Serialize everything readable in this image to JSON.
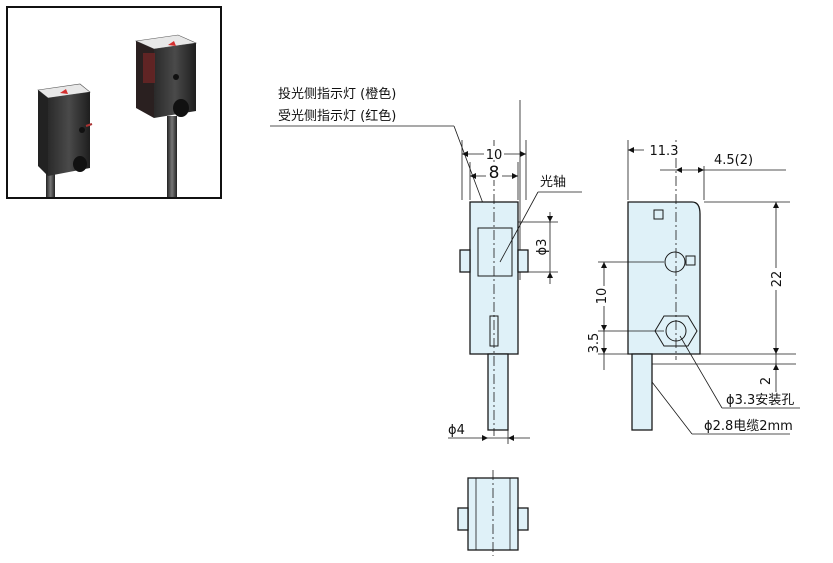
{
  "labels": {
    "emitter_indicator": "投光侧指示灯 (橙色)",
    "receiver_indicator": "受光侧指示灯 (红色)",
    "optical_axis": "光轴",
    "mounting_hole": "ϕ3.3安装孔",
    "cable": "ϕ2.8电缆2mm"
  },
  "dimensions": {
    "width_outer": "10",
    "width_inner": "8",
    "lens_dia": "ϕ3",
    "cable_dia": "ϕ4",
    "depth": "11.3",
    "offset": "4.5(2)",
    "height": "22",
    "hole_pitch": "10",
    "hole_offset": "3.5",
    "bottom_gap": "2"
  },
  "colors": {
    "body_fill": "#dff1f8",
    "line": "#1a1a1a"
  }
}
